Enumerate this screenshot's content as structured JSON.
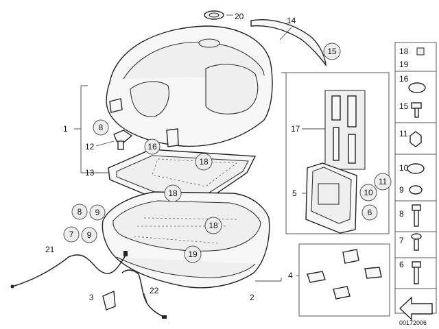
{
  "diagram_id": "00172006",
  "callouts": {
    "c1": "1",
    "c2": "2",
    "c3": "3",
    "c4": "4",
    "c5": "5",
    "c6": "6",
    "c7": "7",
    "c8a": "8",
    "c8b": "8",
    "c9a": "9",
    "c9b": "9",
    "c10": "10",
    "c11": "11",
    "c12": "12",
    "c13": "13",
    "c14": "14",
    "c15": "15",
    "c16": "16",
    "c17": "17",
    "c18a": "18",
    "c18b": "18",
    "c18c": "18",
    "c19": "19",
    "c20": "20",
    "c21": "21",
    "c22": "22"
  },
  "legend": [
    "18",
    "19",
    "16",
    "15",
    "11",
    "10",
    "9",
    "8",
    "7",
    "6"
  ]
}
